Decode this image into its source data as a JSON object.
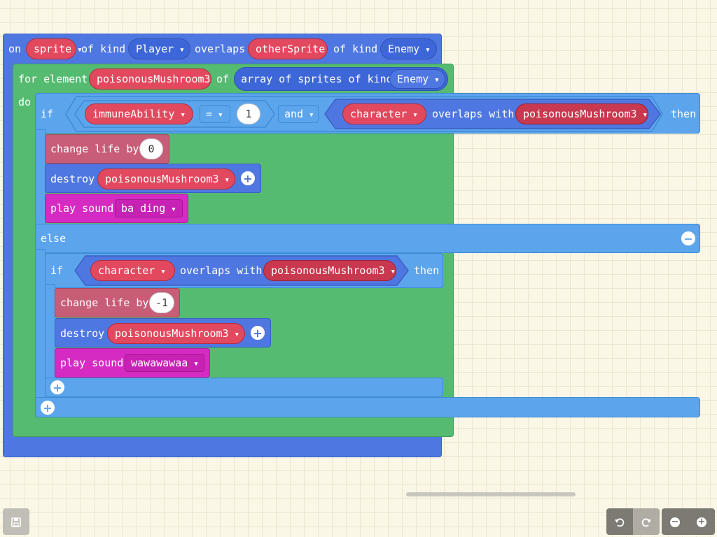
{
  "event": {
    "on": "on",
    "sprite_var": "sprite",
    "of_kind": "of kind",
    "kind1": "Player",
    "overlaps": "overlaps",
    "other_var": "otherSprite",
    "of_kind2": "of kind",
    "kind2": "Enemy"
  },
  "loop": {
    "for_element": "for element",
    "var": "poisonousMushroom3",
    "of": "of",
    "array_label": "array of sprites of kind",
    "kind": "Enemy",
    "do": "do"
  },
  "if1": {
    "if": "if",
    "left_var": "immuneAbility",
    "op": "=",
    "value": "1",
    "and": "and",
    "sprite": "character",
    "overlaps_with": "overlaps with",
    "target": "poisonousMushroom3",
    "then": "then"
  },
  "then1": [
    {
      "label": "change life by",
      "value": "0"
    },
    {
      "label": "destroy",
      "value": "poisonousMushroom3"
    },
    {
      "label": "play sound",
      "value": "ba ding"
    }
  ],
  "else_label": "else",
  "if2": {
    "if": "if",
    "sprite": "character",
    "overlaps_with": "overlaps with",
    "target": "poisonousMushroom3",
    "then": "then"
  },
  "then2": [
    {
      "label": "change life by",
      "value": "-1"
    },
    {
      "label": "destroy",
      "value": "poisonousMushroom3"
    },
    {
      "label": "play sound",
      "value": "wawawawaa"
    }
  ],
  "toolbar": {
    "save_icon": "save-icon",
    "undo_icon": "undo-icon",
    "redo_icon": "redo-icon",
    "zoom_out_icon": "zoom-out-icon",
    "zoom_in_icon": "zoom-in-icon"
  },
  "colors": {
    "event": "#4f77e1",
    "loop": "#55bb71",
    "logic": "#5ca5ec",
    "info": "#c85d77",
    "music": "#d62bc3",
    "variable": "#e2485e"
  }
}
